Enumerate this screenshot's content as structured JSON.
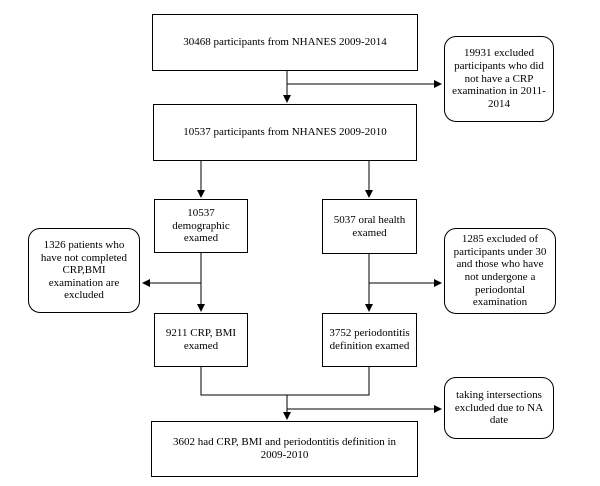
{
  "colors": {
    "line": "#000000",
    "box_border": "#000000",
    "background": "#ffffff"
  },
  "flowchart": {
    "main": {
      "start": "30468  participants from NHANES 2009-2014",
      "crp_subset": "10537 participants from NHANES 2009-2010",
      "demographic": "10537\ndemographic\nexamed",
      "oral_health": "5037 oral health\nexamed",
      "crp_bmi": "9211 CRP, BMI\nexamed",
      "periodontitis": "3752 periodontitis\ndefinition examed",
      "final": "3602 had CRP, BMI and periodontitis definition in\n2009-2010"
    },
    "exclusions": {
      "no_crp": "19931 excluded\nparticipants who did\nnot have a CRP\nexamination in 2011-\n2014",
      "incomplete_crp_bmi": "1326 patients who\nhave not completed\nCRP,BMI\nexamination are\nexcluded",
      "under_30": "1285 excluded of\nparticipants under 30\nand those who have\nnot undergone a\nperiodontal\nexamination",
      "intersections": "taking intersections\nexcluded due to NA\ndate"
    }
  }
}
